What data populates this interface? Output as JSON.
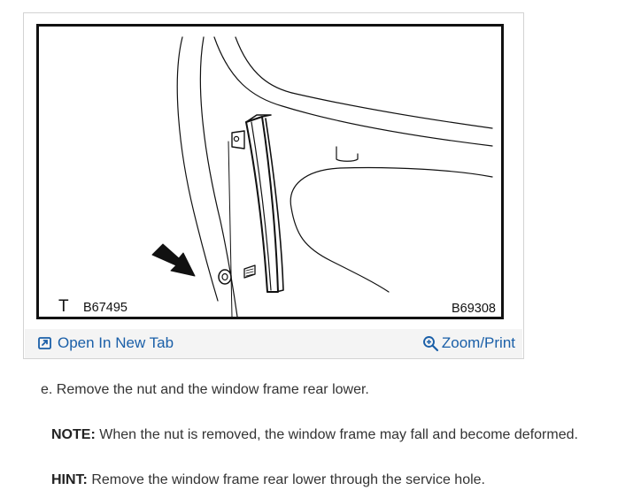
{
  "figure": {
    "label_t": "T",
    "code_left": "B67495",
    "code_right": "B69308"
  },
  "toolbar": {
    "open_label": "Open In New Tab",
    "zoom_label": "Zoom/Print"
  },
  "instructions": {
    "step_text": "e. Remove the nut and the window frame rear lower.",
    "note_label": "NOTE:",
    "note_text": " When the nut is removed, the window frame may fall and become deformed.",
    "hint_label": "HINT:",
    "hint_text": " Remove the window frame rear lower through the service hole."
  },
  "colors": {
    "link": "#1a5fa8",
    "toolbar_bg": "#f4f4f4",
    "frame_border": "#111111"
  },
  "icons": {
    "open": "open-new-tab-icon",
    "zoom": "zoom-magnifier-icon"
  }
}
